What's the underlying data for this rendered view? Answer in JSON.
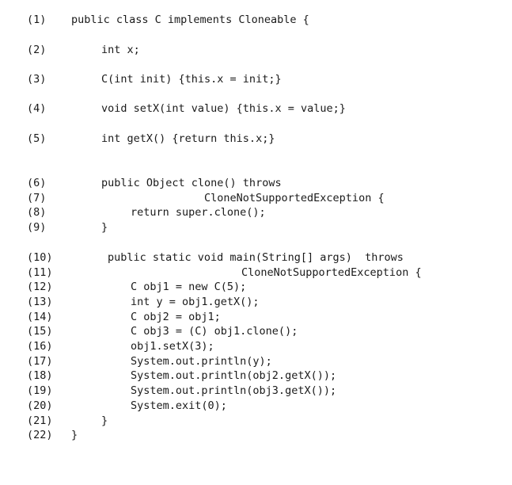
{
  "listing": {
    "lines": [
      {
        "num": "(1)",
        "code": "public class C implements Cloneable {"
      },
      {
        "num": "(2)",
        "code": "int x;"
      },
      {
        "num": "(3)",
        "code": "C(int init) {this.x = init;}"
      },
      {
        "num": "(4)",
        "code": "void setX(int value) {this.x = value;}"
      },
      {
        "num": "(5)",
        "code": "int getX() {return this.x;}"
      },
      {
        "num": "(6)",
        "code": "public Object clone() throws"
      },
      {
        "num": "(7)",
        "code": "CloneNotSupportedException {"
      },
      {
        "num": "(8)",
        "code": "return super.clone();"
      },
      {
        "num": "(9)",
        "code": "}"
      },
      {
        "num": "(10)",
        "code": "public static void main(String[] args)  throws"
      },
      {
        "num": "(11)",
        "code": "CloneNotSupportedException {"
      },
      {
        "num": "(12)",
        "code": "C obj1 = new C(5);"
      },
      {
        "num": "(13)",
        "code": "int y = obj1.getX();"
      },
      {
        "num": "(14)",
        "code": "C obj2 = obj1;"
      },
      {
        "num": "(15)",
        "code": "C obj3 = (C) obj1.clone();"
      },
      {
        "num": "(16)",
        "code": "obj1.setX(3);"
      },
      {
        "num": "(17)",
        "code": "System.out.println(y);"
      },
      {
        "num": "(18)",
        "code": "System.out.println(obj2.getX());"
      },
      {
        "num": "(19)",
        "code": "System.out.println(obj3.getX());"
      },
      {
        "num": "(20)",
        "code": "System.exit(0);"
      },
      {
        "num": "(21)",
        "code": "}"
      },
      {
        "num": "(22)",
        "code": "}"
      }
    ]
  }
}
